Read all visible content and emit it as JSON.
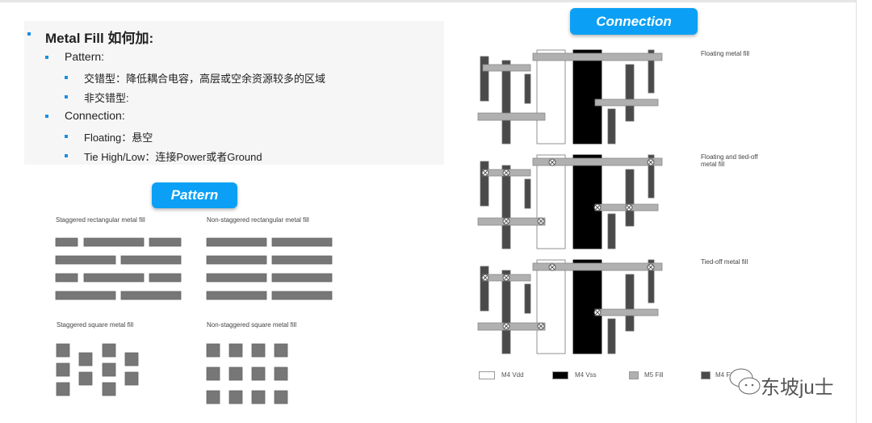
{
  "slide": {
    "bullets": [
      {
        "level": 0,
        "text": "Metal Fill 如何加:"
      },
      {
        "level": 1,
        "text": "Pattern:"
      },
      {
        "level": 2,
        "text": "交错型：降低耦合电容，高层或空余资源较多的区域"
      },
      {
        "level": 2,
        "text": "非交错型:"
      },
      {
        "level": 1,
        "text": "Connection:"
      },
      {
        "level": 2,
        "text": "Floating：悬空"
      },
      {
        "level": 2,
        "text": "Tie High/Low：连接Power或者Ground"
      }
    ],
    "pattern_label": "Pattern",
    "connection_label": "Connection",
    "pattern_captions": [
      "Staggered rectangular metal fill",
      "Non-staggered rectangular metal fill",
      "Staggered square metal fill",
      "Non-staggered square metal fill"
    ],
    "connection_captions": [
      "Floating metal fill",
      "Floating and tied-off metal fill",
      "Tied-off metal fill"
    ],
    "legend": [
      {
        "label": "M4 Vdd",
        "color": "#ffffff"
      },
      {
        "label": "M4 Vss",
        "color": "#000000"
      },
      {
        "label": "M5 Fill",
        "color": "#b0b0b0"
      },
      {
        "label": "M4 Fill",
        "color": "#4a4a4a"
      }
    ],
    "watermark": "东坡ju士",
    "colors": {
      "accent": "#0ba0f5",
      "fill_pattern": "#777777"
    }
  }
}
